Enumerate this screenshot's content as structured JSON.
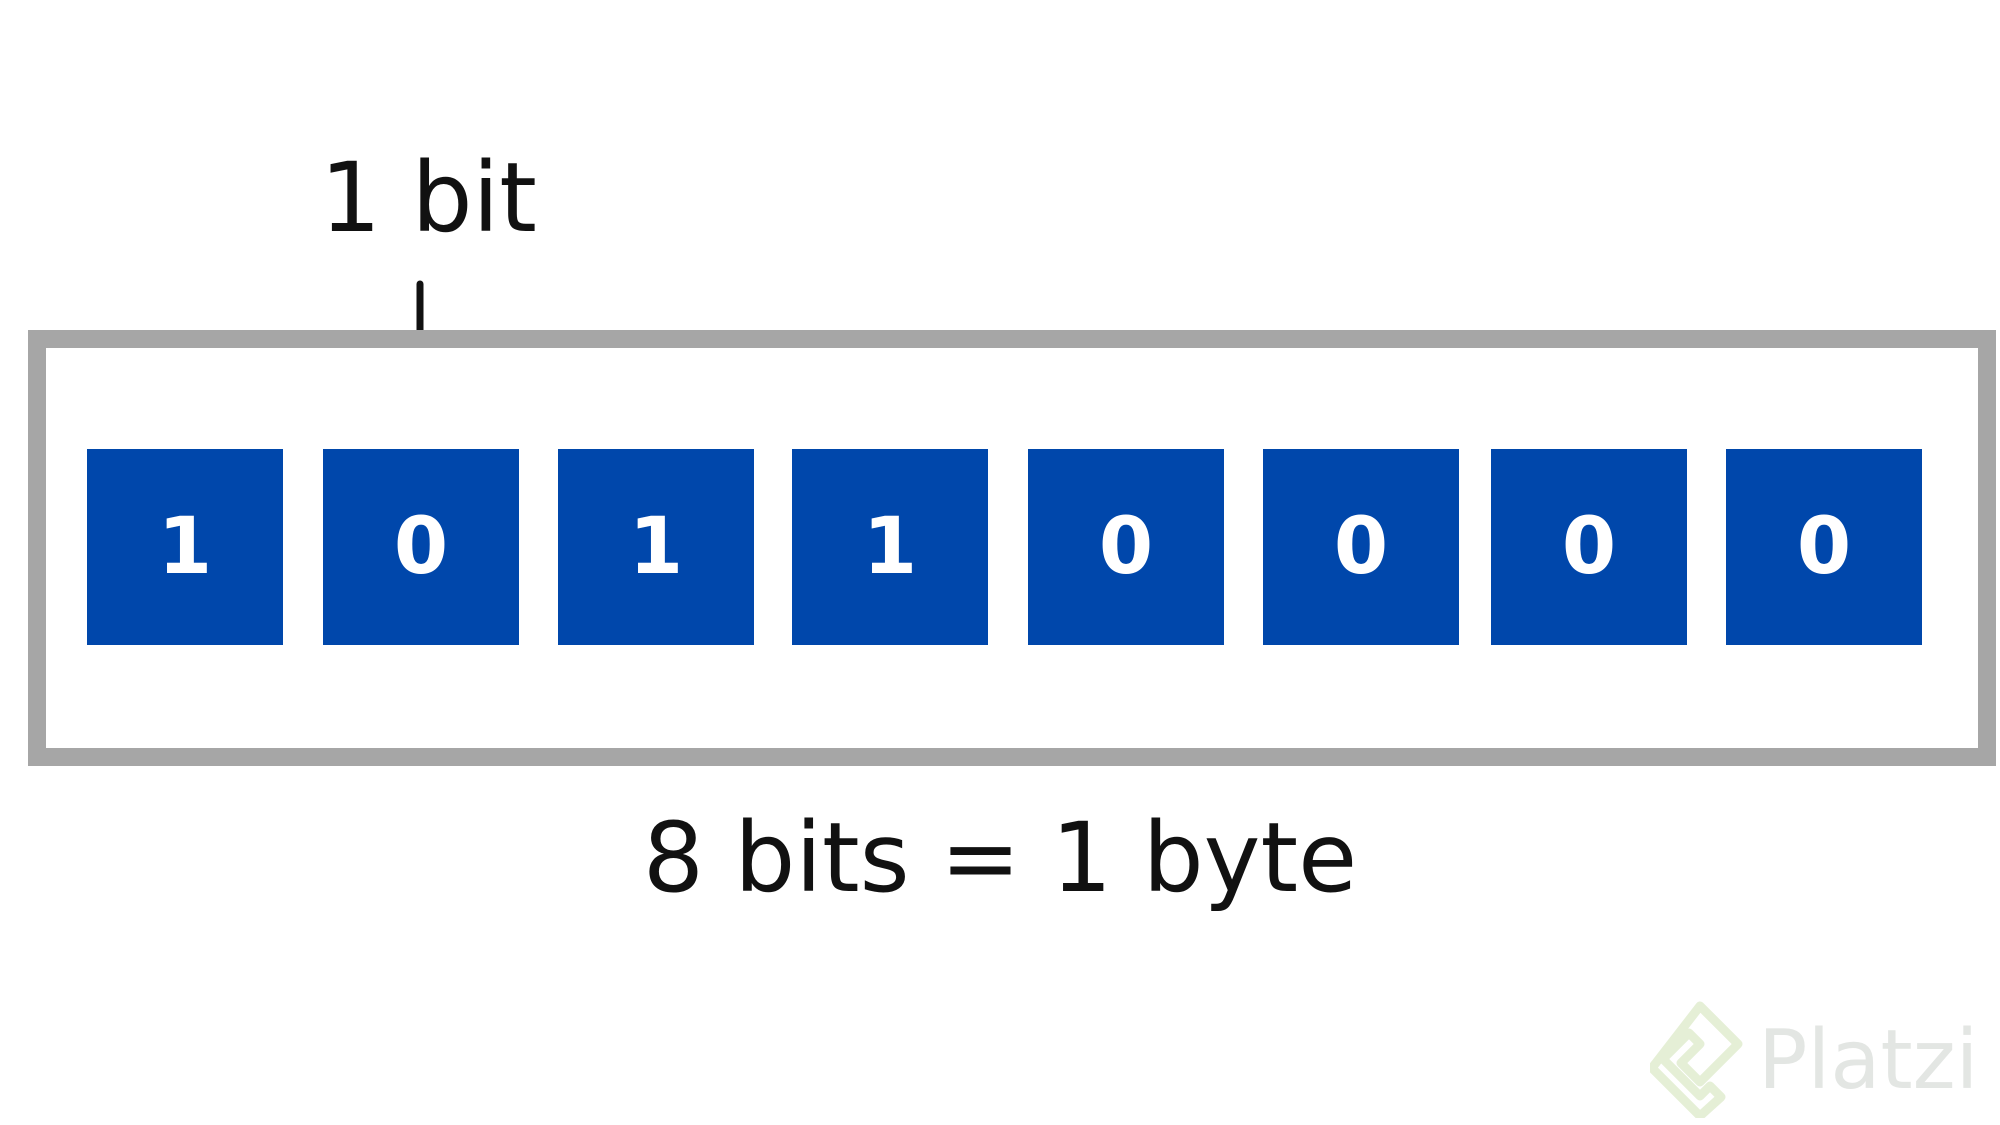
{
  "pointer": {
    "label": "1 bit",
    "target_index": 1
  },
  "bits": [
    "1",
    "0",
    "1",
    "1",
    "0",
    "0",
    "0",
    "0"
  ],
  "caption": "8 bits = 1 byte",
  "colors": {
    "cell": "#0047ab",
    "cell_text": "#ffffff",
    "frame": "#a6a6a6",
    "text": "#111111",
    "watermark": "#e3e6e3"
  },
  "watermark": {
    "text": "Platzi",
    "icon": "platzi-logo-icon"
  }
}
